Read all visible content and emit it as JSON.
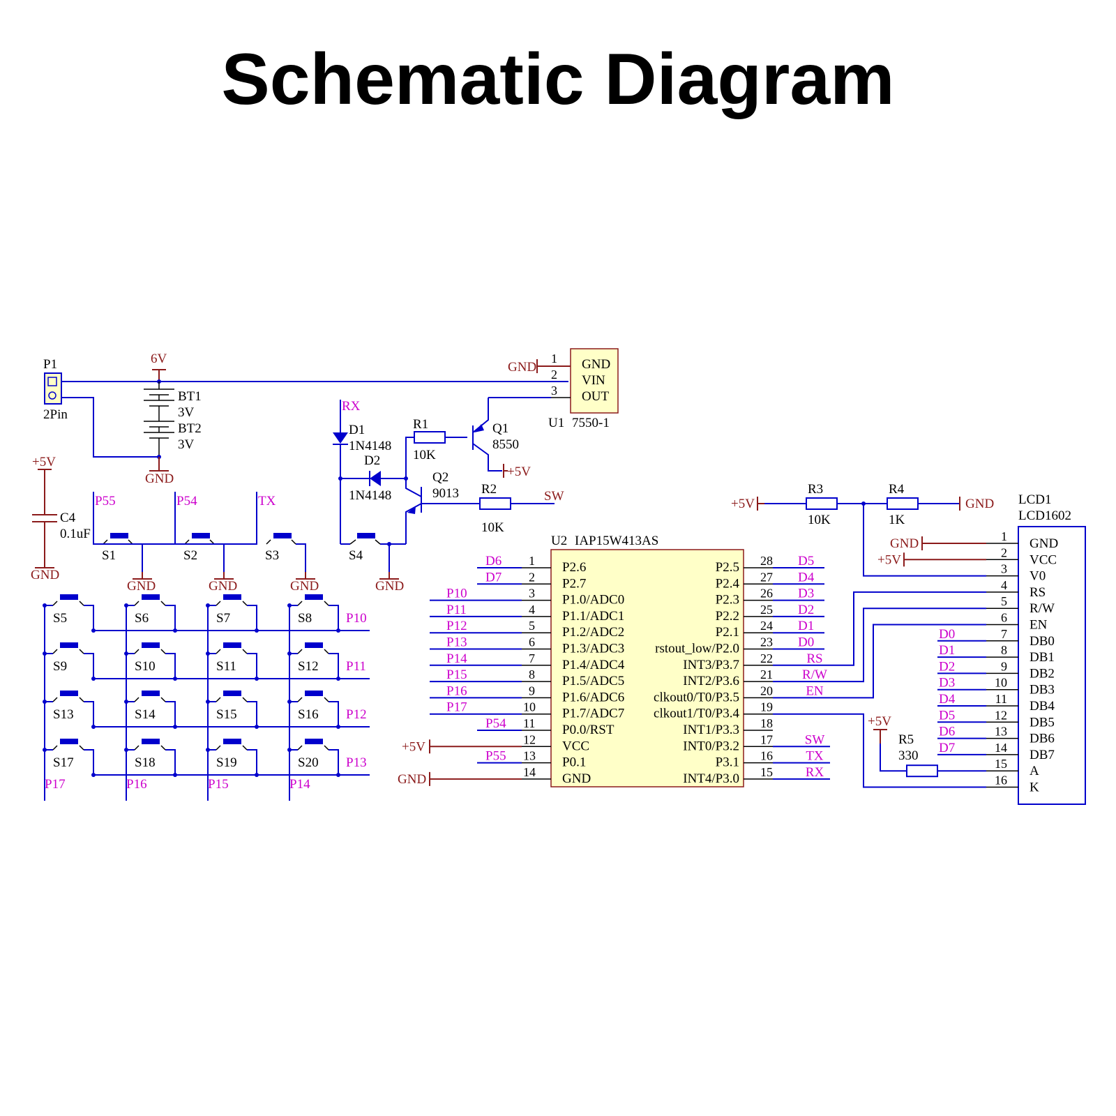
{
  "title": "Schematic Diagram",
  "colors": {
    "wire": "#0000cc",
    "net_label": "#cc00cc",
    "power": "#8b1a1a",
    "ic_body": "#ffffc8",
    "text": "#000000"
  },
  "power": {
    "p1": {
      "ref": "P1",
      "value": "2Pin"
    },
    "bt1": {
      "ref": "BT1",
      "value": "3V"
    },
    "bt2": {
      "ref": "BT2",
      "value": "3V"
    },
    "v6": "6V",
    "gnd": "GND",
    "u1": {
      "ref": "U1",
      "part": "7550-1",
      "pins": [
        {
          "num": "1",
          "name": "GND"
        },
        {
          "num": "2",
          "name": "VIN"
        },
        {
          "num": "3",
          "name": "OUT"
        }
      ]
    }
  },
  "switch_circuit": {
    "rx": "RX",
    "d1": {
      "ref": "D1",
      "value": "1N4148"
    },
    "d2": {
      "ref": "D2",
      "value": "1N4148"
    },
    "r1": {
      "ref": "R1",
      "value": "10K"
    },
    "q1": {
      "ref": "Q1",
      "value": "8550"
    },
    "q2": {
      "ref": "Q2",
      "value": "9013"
    },
    "r2": {
      "ref": "R2",
      "value": "10K"
    },
    "sw": "SW",
    "plus5": "+5V",
    "s4": "S4"
  },
  "c4": {
    "ref": "C4",
    "value": "0.1uF",
    "top": "+5V",
    "bottom": "GND"
  },
  "buttons": [
    {
      "ref": "S1",
      "net": "P55"
    },
    {
      "ref": "S2",
      "net": "P54"
    },
    {
      "ref": "S3",
      "net": "TX"
    }
  ],
  "keypad": {
    "rows": [
      {
        "switches": [
          "S5",
          "S6",
          "S7",
          "S8"
        ],
        "net": "P10"
      },
      {
        "switches": [
          "S9",
          "S10",
          "S11",
          "S12"
        ],
        "net": "P11"
      },
      {
        "switches": [
          "S13",
          "S14",
          "S15",
          "S16"
        ],
        "net": "P12"
      },
      {
        "switches": [
          "S17",
          "S18",
          "S19",
          "S20"
        ],
        "net": "P13"
      }
    ],
    "cols": [
      "P17",
      "P16",
      "P15",
      "P14"
    ]
  },
  "u2": {
    "ref": "U2",
    "part": "IAP15W413AS",
    "left_pins": [
      {
        "num": "1",
        "name": "P2.6",
        "net": "D6"
      },
      {
        "num": "2",
        "name": "P2.7",
        "net": "D7"
      },
      {
        "num": "3",
        "name": "P1.0/ADC0",
        "net": "P10"
      },
      {
        "num": "4",
        "name": "P1.1/ADC1",
        "net": "P11"
      },
      {
        "num": "5",
        "name": "P1.2/ADC2",
        "net": "P12"
      },
      {
        "num": "6",
        "name": "P1.3/ADC3",
        "net": "P13"
      },
      {
        "num": "7",
        "name": "P1.4/ADC4",
        "net": "P14"
      },
      {
        "num": "8",
        "name": "P1.5/ADC5",
        "net": "P15"
      },
      {
        "num": "9",
        "name": "P1.6/ADC6",
        "net": "P16"
      },
      {
        "num": "10",
        "name": "P1.7/ADC7",
        "net": "P17"
      },
      {
        "num": "11",
        "name": "P0.0/RST",
        "net": "P54"
      },
      {
        "num": "12",
        "name": "VCC",
        "net": "+5V"
      },
      {
        "num": "13",
        "name": "P0.1",
        "net": "P55"
      },
      {
        "num": "14",
        "name": "GND",
        "net": "GND"
      }
    ],
    "right_pins": [
      {
        "num": "28",
        "name": "P2.5",
        "net": "D5"
      },
      {
        "num": "27",
        "name": "P2.4",
        "net": "D4"
      },
      {
        "num": "26",
        "name": "P2.3",
        "net": "D3"
      },
      {
        "num": "25",
        "name": "P2.2",
        "net": "D2"
      },
      {
        "num": "24",
        "name": "P2.1",
        "net": "D1"
      },
      {
        "num": "23",
        "name": "rstout_low/P2.0",
        "net": "D0"
      },
      {
        "num": "22",
        "name": "INT3/P3.7",
        "net": "RS"
      },
      {
        "num": "21",
        "name": "INT2/P3.6",
        "net": "R/W"
      },
      {
        "num": "20",
        "name": "clkout0/T0/P3.5",
        "net": "EN"
      },
      {
        "num": "19",
        "name": "clkout1/T0/P3.4",
        "net": ""
      },
      {
        "num": "18",
        "name": "INT1/P3.3",
        "net": ""
      },
      {
        "num": "17",
        "name": "INT0/P3.2",
        "net": "SW"
      },
      {
        "num": "16",
        "name": "P3.1",
        "net": "TX"
      },
      {
        "num": "15",
        "name": "INT4/P3.0",
        "net": "RX"
      }
    ]
  },
  "lcd": {
    "ref": "LCD1",
    "part": "LCD1602",
    "r3": {
      "ref": "R3",
      "value": "10K"
    },
    "r4": {
      "ref": "R4",
      "value": "1K"
    },
    "r5": {
      "ref": "R5",
      "value": "330"
    },
    "plus5": "+5V",
    "gnd": "GND",
    "pins": [
      {
        "num": "1",
        "name": "GND",
        "net": "GND"
      },
      {
        "num": "2",
        "name": "VCC",
        "net": "+5V"
      },
      {
        "num": "3",
        "name": "V0",
        "net": ""
      },
      {
        "num": "4",
        "name": "RS",
        "net": ""
      },
      {
        "num": "5",
        "name": "R/W",
        "net": ""
      },
      {
        "num": "6",
        "name": "EN",
        "net": ""
      },
      {
        "num": "7",
        "name": "DB0",
        "net": "D0"
      },
      {
        "num": "8",
        "name": "DB1",
        "net": "D1"
      },
      {
        "num": "9",
        "name": "DB2",
        "net": "D2"
      },
      {
        "num": "10",
        "name": "DB3",
        "net": "D3"
      },
      {
        "num": "11",
        "name": "DB4",
        "net": "D4"
      },
      {
        "num": "12",
        "name": "DB5",
        "net": "D5"
      },
      {
        "num": "13",
        "name": "DB6",
        "net": "D6"
      },
      {
        "num": "14",
        "name": "DB7",
        "net": "D7"
      },
      {
        "num": "15",
        "name": "A",
        "net": ""
      },
      {
        "num": "16",
        "name": "K",
        "net": ""
      }
    ]
  }
}
